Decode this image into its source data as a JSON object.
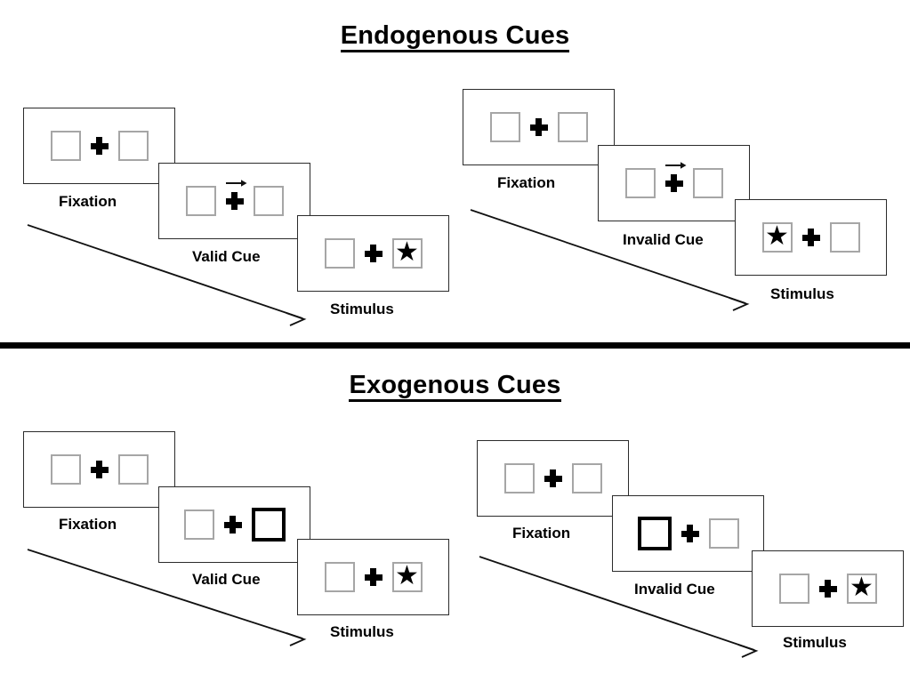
{
  "figure": {
    "title_top": "Endogenous Cues",
    "title_bottom": "Exogenous Cues",
    "labels": {
      "fixation": "Fixation",
      "valid_cue": "Valid Cue",
      "invalid_cue": "Invalid Cue",
      "stimulus": "Stimulus"
    },
    "glyphs": {
      "star": "★",
      "plus": "plus-fixation-cross",
      "arrow": "right-arrow-cue"
    },
    "colors": {
      "ink": "#000000",
      "panel_border": "#2b2b2b",
      "box_border": "#a6a6a6",
      "cued_box_border": "#000000",
      "background": "#ffffff",
      "divider": "#000000"
    }
  },
  "sections": [
    {
      "id": "endogenous",
      "title": "Endogenous Cues",
      "sequences": [
        {
          "id": "endogenous-valid",
          "condition": "Valid Cue",
          "frames": [
            {
              "label": "Fixation",
              "left_box": {
                "content": "empty",
                "cued": false
              },
              "right_box": {
                "content": "empty",
                "cued": false
              },
              "center": "plus",
              "arrow": false
            },
            {
              "label": "Valid Cue",
              "left_box": {
                "content": "empty",
                "cued": false
              },
              "right_box": {
                "content": "empty",
                "cued": false
              },
              "center": "plus-with-arrow",
              "arrow": true,
              "arrow_direction": "right"
            },
            {
              "label": "Stimulus",
              "left_box": {
                "content": "empty",
                "cued": false
              },
              "right_box": {
                "content": "star",
                "cued": false
              },
              "center": "plus",
              "arrow": false
            }
          ]
        },
        {
          "id": "endogenous-invalid",
          "condition": "Invalid Cue",
          "frames": [
            {
              "label": "Fixation",
              "left_box": {
                "content": "empty",
                "cued": false
              },
              "right_box": {
                "content": "empty",
                "cued": false
              },
              "center": "plus",
              "arrow": false
            },
            {
              "label": "Invalid Cue",
              "left_box": {
                "content": "empty",
                "cued": false
              },
              "right_box": {
                "content": "empty",
                "cued": false
              },
              "center": "plus-with-arrow",
              "arrow": true,
              "arrow_direction": "right"
            },
            {
              "label": "Stimulus",
              "left_box": {
                "content": "star",
                "cued": false
              },
              "right_box": {
                "content": "empty",
                "cued": false
              },
              "center": "plus",
              "arrow": false
            }
          ]
        }
      ]
    },
    {
      "id": "exogenous",
      "title": "Exogenous Cues",
      "sequences": [
        {
          "id": "exogenous-valid",
          "condition": "Valid Cue",
          "frames": [
            {
              "label": "Fixation",
              "left_box": {
                "content": "empty",
                "cued": false
              },
              "right_box": {
                "content": "empty",
                "cued": false
              },
              "center": "plus",
              "arrow": false
            },
            {
              "label": "Valid Cue",
              "left_box": {
                "content": "empty",
                "cued": false
              },
              "right_box": {
                "content": "empty",
                "cued": true
              },
              "center": "plus",
              "arrow": false
            },
            {
              "label": "Stimulus",
              "left_box": {
                "content": "empty",
                "cued": false
              },
              "right_box": {
                "content": "star",
                "cued": false
              },
              "center": "plus",
              "arrow": false
            }
          ]
        },
        {
          "id": "exogenous-invalid",
          "condition": "Invalid Cue",
          "frames": [
            {
              "label": "Fixation",
              "left_box": {
                "content": "empty",
                "cued": false
              },
              "right_box": {
                "content": "empty",
                "cued": false
              },
              "center": "plus",
              "arrow": false
            },
            {
              "label": "Invalid Cue",
              "left_box": {
                "content": "empty",
                "cued": true
              },
              "right_box": {
                "content": "empty",
                "cued": false
              },
              "center": "plus",
              "arrow": false
            },
            {
              "label": "Stimulus",
              "left_box": {
                "content": "empty",
                "cued": false
              },
              "right_box": {
                "content": "star",
                "cued": false
              },
              "center": "plus",
              "arrow": false
            }
          ]
        }
      ]
    }
  ]
}
